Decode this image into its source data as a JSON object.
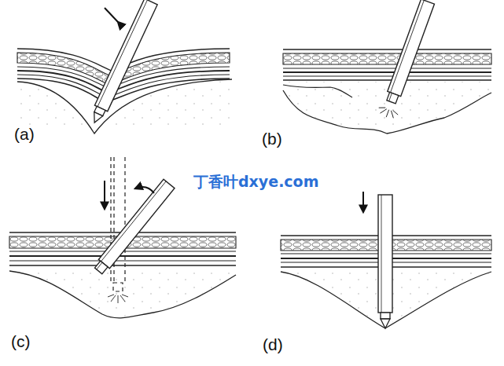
{
  "diagram": {
    "labels": [
      "(a)",
      "(b)",
      "(c)",
      "(d)",
      "丁香叶dxye.com"
    ]
  }
}
